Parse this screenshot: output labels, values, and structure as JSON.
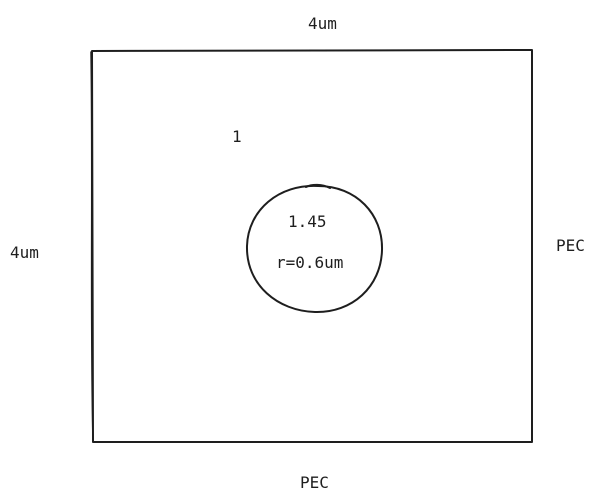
{
  "diagram": {
    "width_label": "4um",
    "height_label": "4um",
    "right_boundary_label": "PEC",
    "bottom_boundary_label": "PEC",
    "background_index": "1",
    "core_index": "1.45",
    "core_radius_label": "r=0.6um"
  },
  "colors": {
    "stroke": "#1e1e1e",
    "background": "#ffffff"
  }
}
